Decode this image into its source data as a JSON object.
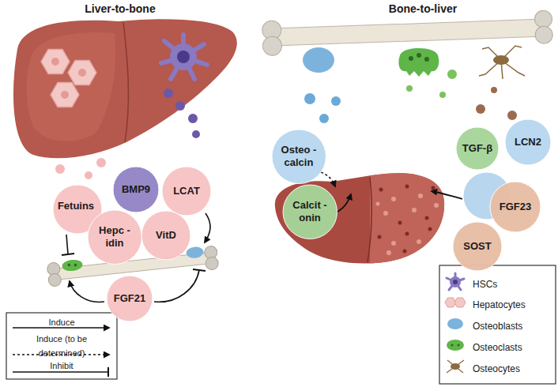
{
  "diagram": {
    "nodes": [
      {
        "text": [
          "Fetuins"
        ]
      },
      {
        "text": [
          "BMP9"
        ]
      },
      {
        "text": [
          "LCAT"
        ]
      },
      {
        "text": [
          "Hepc -idin"
        ]
      },
      {
        "text": [
          "VitD"
        ]
      },
      {
        "text": [
          "FGF21"
        ]
      },
      {
        "text": [
          "Osteo -calcin"
        ]
      },
      {
        "text": [
          "TGF-β"
        ]
      },
      {
        "text": [
          "LCN2"
        ]
      },
      {
        "text": [
          "Calcit -onin"
        ]
      },
      {
        "text": [
          "FGF23"
        ]
      },
      {
        "text": [
          "SOST"
        ]
      }
    ],
    "labels": [
      "Liver-to-bone",
      "Bone-to-liver"
    ],
    "legend": [
      {
        "text": "Induce"
      },
      {
        "text": "Induce (to be determined)"
      },
      {
        "text": "Inhibit"
      },
      {
        "text": "HSCs"
      },
      {
        "text": "Hepatocytes"
      },
      {
        "text": "Osteoblasts"
      },
      {
        "text": "Osteoclasts"
      },
      {
        "text": "Osteocytes"
      }
    ]
  }
}
